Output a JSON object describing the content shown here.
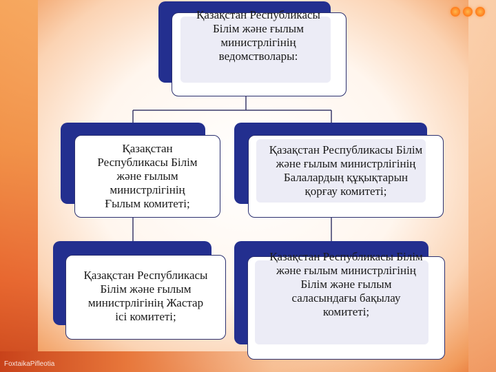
{
  "nodes": {
    "root": "Қазақстан Республикасы\nБілім және ғылым\nминистрлігінің\nведомстволары:",
    "science_committee": "Қазақстан\nРеспубликасы Білім\nжәне ғылым\nминистрлігінің\nҒылым комитеті;",
    "children_rights_committee": "Қазақстан Республикасы Білім\nжәне ғылым министрлігінің\nБалалардың құқықтарын\nқорғау комитеті;",
    "youth_committee": "Қазақстан Республикасы\nБілім және ғылым\nминистрлігінің Жастар\nісі комитеті;",
    "control_committee": "Қазақстан Республикасы Білім\nжәне ғылым министрлігінің\nБілім және ғылым\nсаласындағы бақылау\nкомитеті;"
  },
  "watermark": "FoxtaikaPifleotia",
  "colors": {
    "navy": "#232f8f",
    "card_border": "#2a2f6f",
    "connector": "#3a3a6a"
  }
}
